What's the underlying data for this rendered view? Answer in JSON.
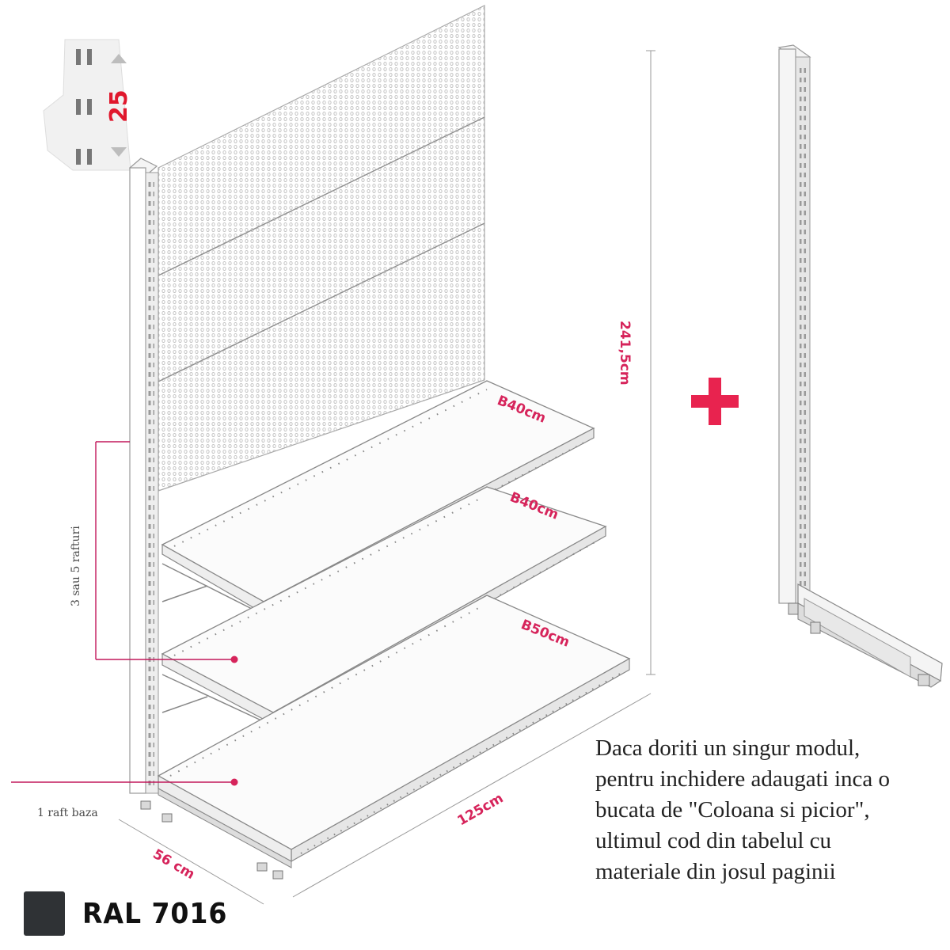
{
  "labels": {
    "pitch": "25",
    "shelf_top": "B40cm",
    "shelf_mid": "B40cm",
    "shelf_low": "B50cm",
    "height": "241,5cm",
    "width": "125cm",
    "depth": "56 cm",
    "shelves_range": "3 sau 5 rafturi",
    "base_shelf": "1 raft baza"
  },
  "note_lines": [
    "Daca doriti un singur modul,",
    "pentru inchidere adaugati inca o",
    "bucata de \"Coloana si picior\",",
    "ultimul cod din tabelul cu",
    "materiale din josul paginii"
  ],
  "color": {
    "name": "RAL 7016",
    "swatch": "#2f3235",
    "accent": "#e8234f"
  },
  "icons": [
    "plus-icon"
  ]
}
